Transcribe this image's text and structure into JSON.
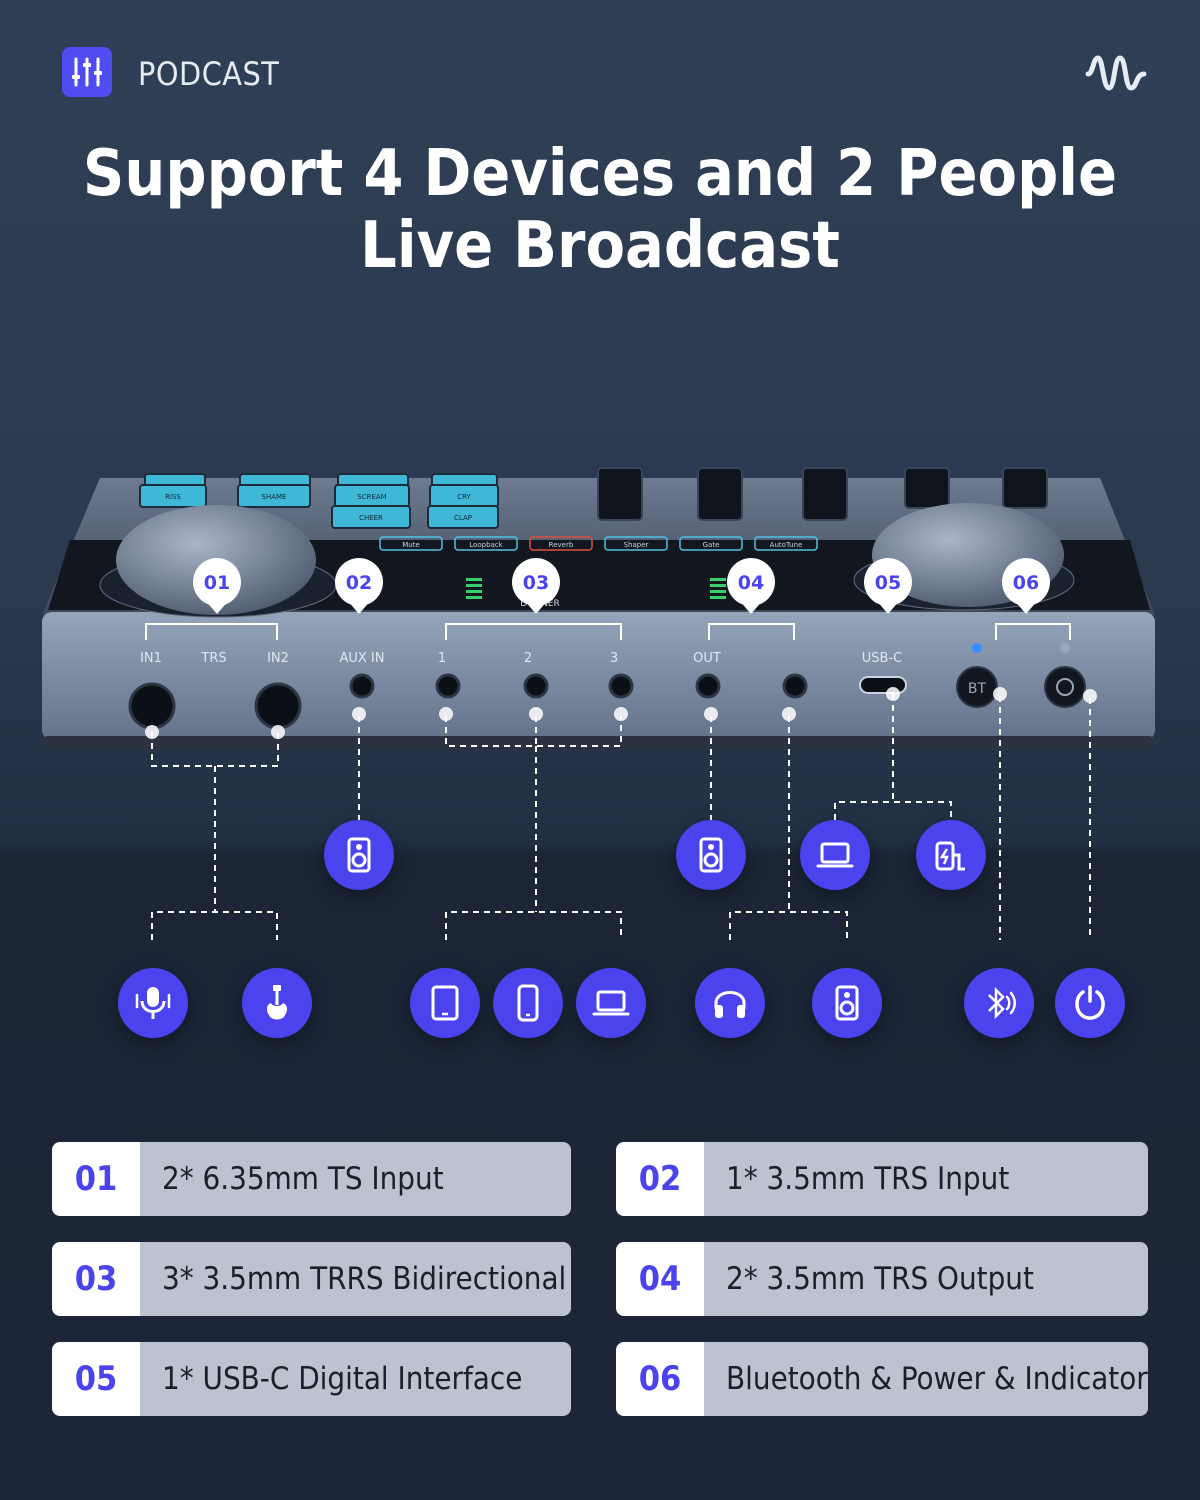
{
  "header": {
    "brand_label": "PODCAST",
    "brand_icon": "equalizer-icon",
    "corner_icon": "waveform-icon"
  },
  "headline": {
    "line1": "Support 4 Devices and 2 People",
    "line2": "Live Broadcast"
  },
  "device": {
    "brand": "DONNER",
    "panel_labels": [
      "IN1",
      "TRS",
      "IN2",
      "AUX IN",
      "1",
      "2",
      "3",
      "OUT",
      "USB-C",
      "BT"
    ],
    "pads_row1": [
      "RISS",
      "SHAME",
      "SCREAM",
      "CRY"
    ],
    "pads_row2": [
      "",
      "",
      "CHEER",
      "CLAP"
    ],
    "effect_buttons": [
      "Mute",
      "Loopback",
      "Reverb",
      "Shaper",
      "Gate",
      "AutoTune"
    ],
    "callouts": [
      "01",
      "02",
      "03",
      "04",
      "05",
      "06"
    ]
  },
  "connected_devices": [
    "speaker-icon",
    "speaker-icon",
    "laptop-icon",
    "power-bank-icon",
    "microphone-icon",
    "guitar-icon",
    "tablet-icon",
    "phone-icon",
    "laptop-icon",
    "headphones-icon",
    "speaker-icon",
    "bluetooth-icon",
    "power-icon"
  ],
  "specs": [
    {
      "num": "01",
      "text": "2* 6.35mm TS Input"
    },
    {
      "num": "02",
      "text": "1* 3.5mm TRS Input"
    },
    {
      "num": "03",
      "text": "3* 3.5mm TRRS Bidirectional"
    },
    {
      "num": "04",
      "text": "2* 3.5mm TRS Output"
    },
    {
      "num": "05",
      "text": "1* USB-C Digital Interface"
    },
    {
      "num": "06",
      "text": "Bluetooth & Power & Indicator"
    }
  ],
  "colors": {
    "accent": "#4b44ee",
    "label_bg": "#bcc3d0",
    "pad_glow": "#5ad3f0",
    "reverb": "#d9503e"
  }
}
